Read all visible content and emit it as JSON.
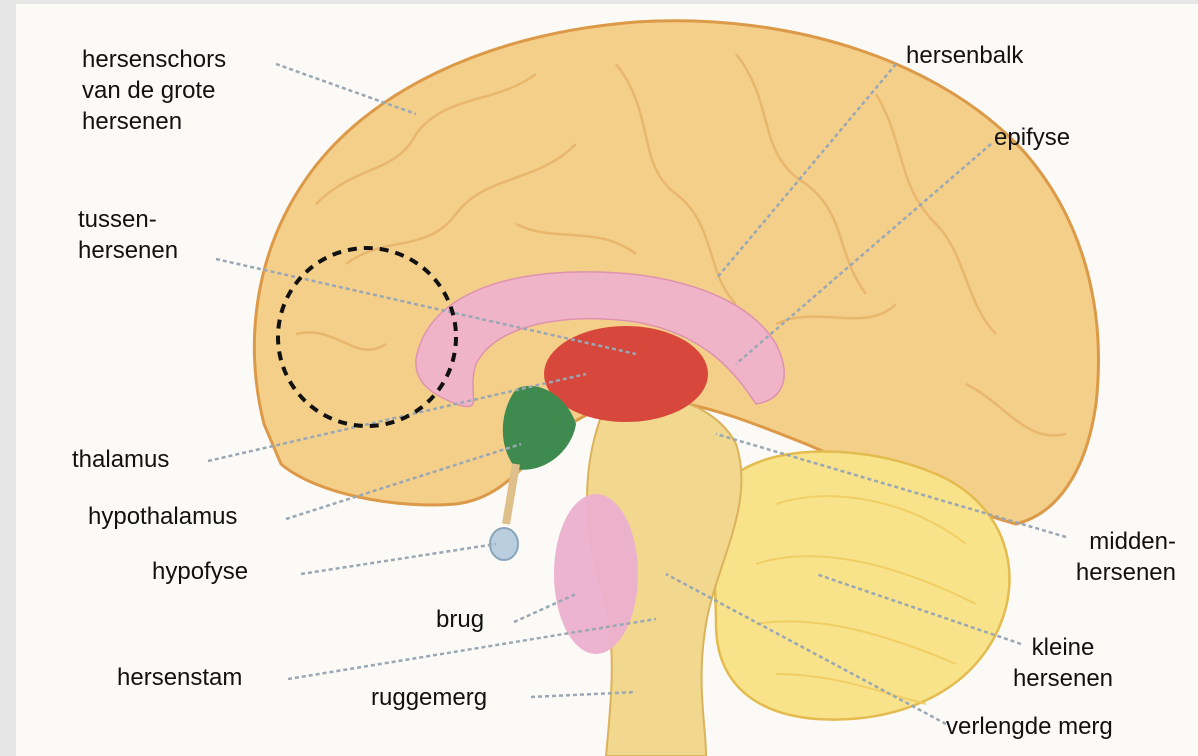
{
  "diagram": {
    "labels": {
      "cerebral_cortex": "hersenschors\nvan de grote\nhersenen",
      "corpus_callosum": "hersenbalk",
      "pineal_gland": "epifyse",
      "diencephalon": "tussen-\nhersenen",
      "thalamus": "thalamus",
      "hypothalamus": "hypothalamus",
      "pituitary": "hypofyse",
      "pons": "brug",
      "brainstem": "hersenstam",
      "spinal_cord": "ruggemerg",
      "midbrain": "midden-\nhersenen",
      "cerebellum": "kleine\nhersenen",
      "medulla": "verlengde merg"
    },
    "colors": {
      "cortex": "#f4cf8a",
      "cortex_edge": "#dc9a48",
      "corpus_callosum": "#f0b4c8",
      "thalamus": "#d8473b",
      "hypothalamus": "#3f8a4f",
      "pituitary": "#b9cfe0",
      "pons": "#ecb0cf",
      "cerebellum": "#f8e28a",
      "brainstem": "#f1d88e",
      "leader": "#9aa7b4",
      "highlight_circle": "#111111"
    }
  }
}
